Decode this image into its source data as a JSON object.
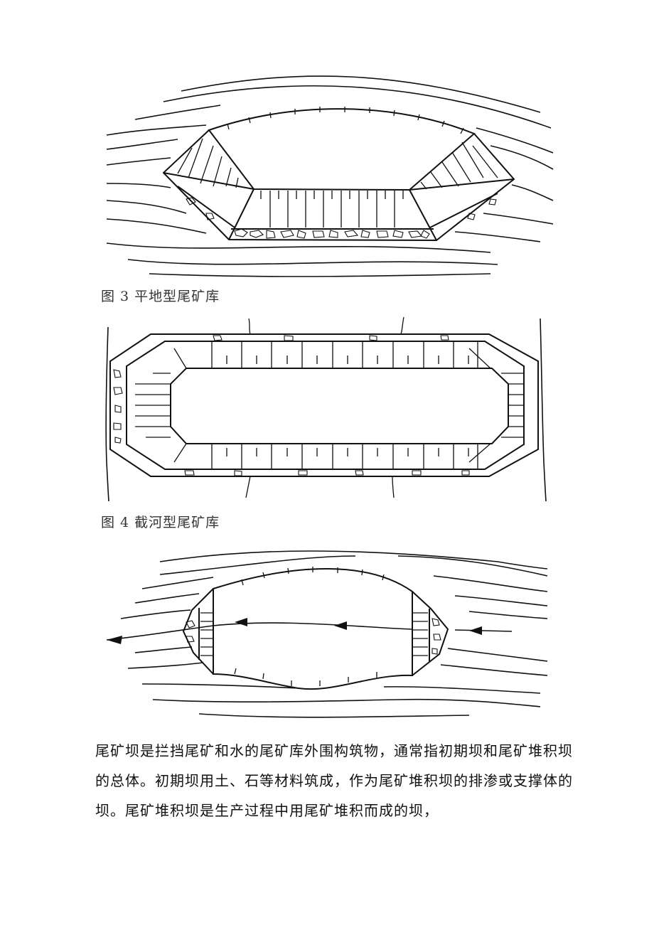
{
  "figures": [
    {
      "id": "fig3",
      "caption": "图 3 平地型尾矿库"
    },
    {
      "id": "fig4",
      "caption": "图 4 截河型尾矿库"
    },
    {
      "id": "fig5",
      "caption": ""
    }
  ],
  "paragraph": {
    "lines": [
      "尾矿坝是拦挡尾矿和水的尾矿库外围构筑物，通常指初期坝和尾矿堆积坝",
      "的总体。初期坝用土、石等材料筑成，作为尾矿堆积坝的排渗或支撑体的",
      "坝。尾矿堆积坝是生产过程中用尾矿堆积而成的坝，"
    ]
  }
}
